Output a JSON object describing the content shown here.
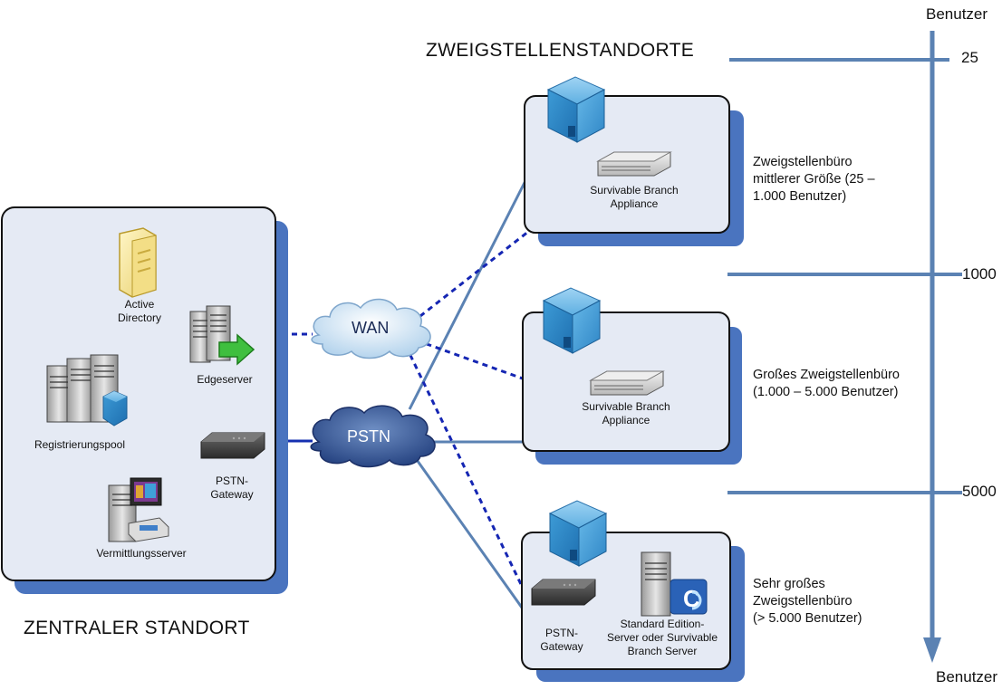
{
  "central": {
    "title": "ZENTRALER STANDORT",
    "items": {
      "active_directory": "Active\nDirectory",
      "edge": "Edgeserver",
      "registrar": "Registrierungspool",
      "pstn_gateway": "PSTN-\nGateway",
      "mediation": "Vermittlungsserver"
    }
  },
  "branches_title": "ZWEIGSTELLENSTANDORTE",
  "clouds": {
    "wan": "WAN",
    "pstn": "PSTN"
  },
  "axis": {
    "top_label": "Benutzer",
    "bottom_label": "Benutzer",
    "ticks": [
      "25",
      "1000",
      "5000"
    ]
  },
  "branches": [
    {
      "device": "Survivable Branch\nAppliance",
      "desc": "Zweigstellenbüro\nmittlerer Größe (25 –\n1.000 Benutzer)"
    },
    {
      "device": "Survivable Branch\nAppliance",
      "desc": "Großes Zweigstellenbüro\n(1.000 – 5.000 Benutzer)"
    },
    {
      "gateway": "PSTN-\nGateway",
      "server": "Standard Edition-\nServer oder Survivable\nBranch Server",
      "desc": "Sehr großes\nZweigstellenbüro\n(> 5.000 Benutzer)"
    }
  ],
  "colors": {
    "box_fill": "#e5eaf4",
    "box_shadow": "#4a74bf",
    "link": "#5b82b3",
    "dashed": "#1526b3",
    "axis": "#5b82b3"
  }
}
